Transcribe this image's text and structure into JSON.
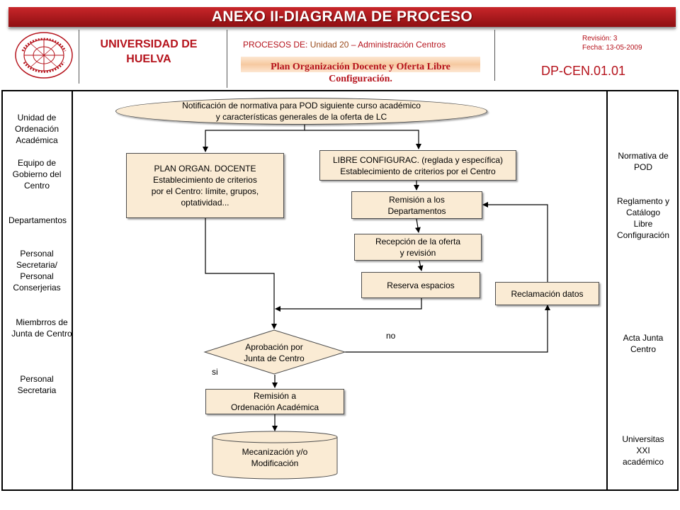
{
  "header": {
    "title": "ANEXO II-DIAGRAMA DE PROCESO",
    "university": "UNIVERSIDAD DE HUELVA",
    "process_prefix": "PROCESOS DE:",
    "process_unit": "Unidad 20",
    "process_name": "– Administración Centros",
    "plan_title": "Plan Organización Docente y Oferta Libre Configuración.",
    "revision": "Revisión: 3",
    "date": "Fecha: 13-05-2009",
    "doc_code": "DP-CEN.01.01",
    "seal_text": "UNIVERSITAS ONUBENSIS"
  },
  "left_column": [
    "Unidad de\nOrdenación\nAcadémica",
    "Equipo de\nGobierno del\nCentro",
    "Departamentos",
    "Personal\nSecretaria/\nPersonal\nConserjerias",
    "Miembrros de\nJunta de Centro",
    "Personal\nSecretaria"
  ],
  "right_column": [
    "Normativa de\nPOD",
    "Reglamento y\nCatálogo\nLibre\nConfiguración",
    "Acta Junta\nCentro",
    "Universitas\nXXI\nacadémico"
  ],
  "flow": {
    "start": "Notificación de normativa para POD siguiente curso académico\ny características generales de la oferta de LC",
    "plan_docente": "PLAN ORGAN. DOCENTE\nEstablecimiento de criterios\npor el Centro: límite, grupos,\noptatividad...",
    "libre_config": "LIBRE CONFIGURAC.  (reglada y específica)\nEstablecimiento de criterios por el Centro",
    "remision_dept": "Remisión a los\nDepartamentos",
    "recepcion": "Recepción de la oferta\ny revisión",
    "reserva": "Reserva espacios",
    "reclamacion": "Reclamación datos",
    "aprobacion": "Aprobación por\nJunta de Centro",
    "label_no": "no",
    "label_si": "si",
    "remision_oa": "Remisión a\nOrdenación Académica",
    "mecanizacion": "Mecanización y/o\nModificación"
  },
  "colors": {
    "accent_red": "#b5121b",
    "box_fill": "#faebd4",
    "title_bar": "#a8191d"
  }
}
